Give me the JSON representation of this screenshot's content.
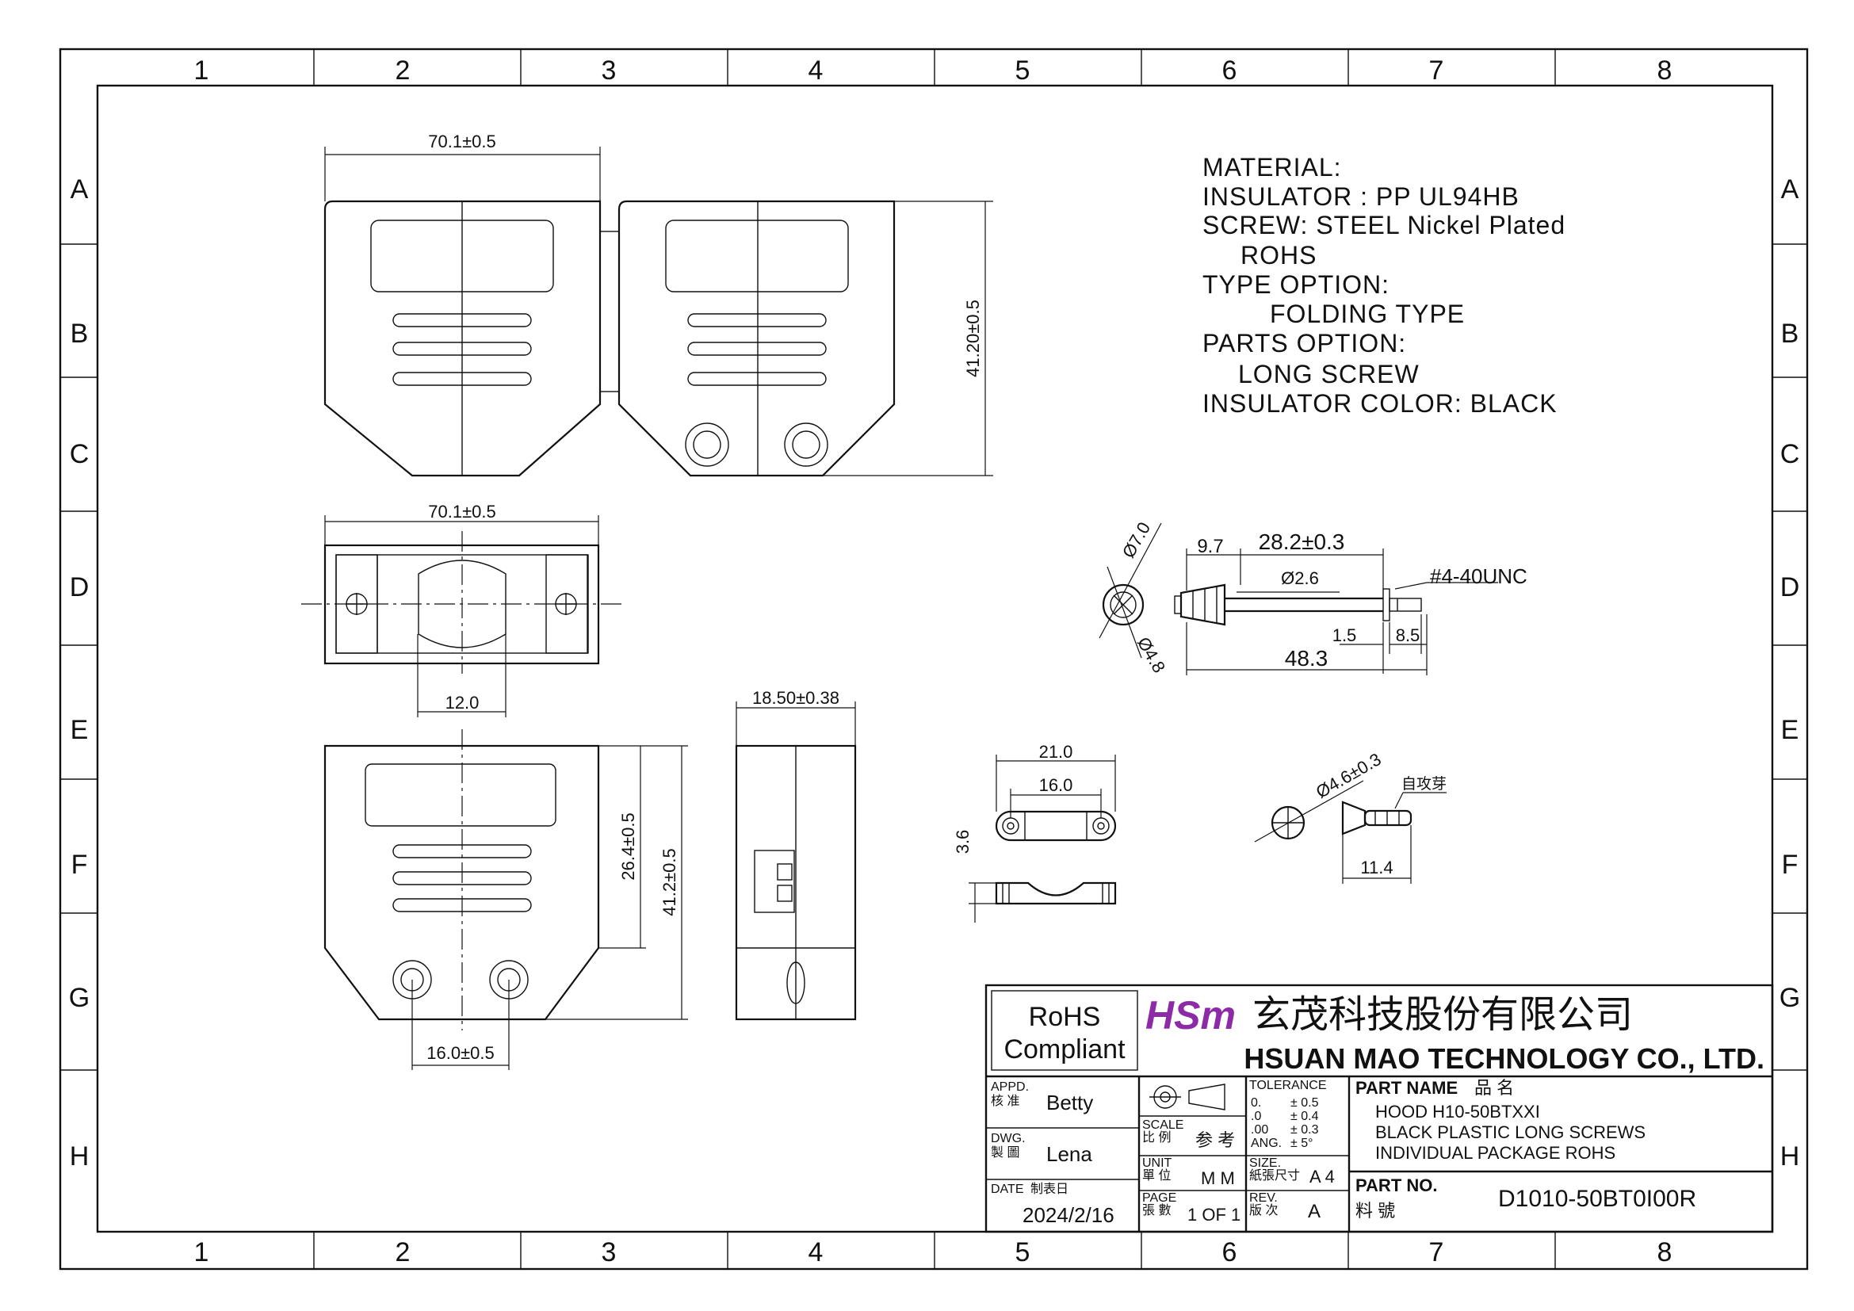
{
  "zones": {
    "cols": [
      "1",
      "2",
      "3",
      "4",
      "5",
      "6",
      "7",
      "8"
    ],
    "rows": [
      "A",
      "B",
      "C",
      "D",
      "E",
      "F",
      "G",
      "H"
    ]
  },
  "notes": {
    "material": "MATERIAL:",
    "insulator": "INSULATOR : PP UL94HB",
    "screw": "SCREW: STEEL Nickel Plated",
    "rohs": "ROHS",
    "type_option": "TYPE OPTION:",
    "folding_type": "FOLDING TYPE",
    "parts_option": "PARTS OPTION:",
    "long_screw": "LONG SCREW",
    "insulator_color": "INSULATOR COLOR: BLACK"
  },
  "dims": {
    "top_width": "70.1±0.5",
    "top_height": "41.20±0.5",
    "mid_width": "70.1±0.5",
    "mid_gap": "12.0",
    "side_width": "18.50±0.38",
    "front_inner_h": "26.4±0.5",
    "front_h": "41.2±0.5",
    "front_hole_pitch": "16.0±0.5",
    "clip_outer": "21.0",
    "clip_inner": "16.0",
    "clip_h": "3.6",
    "screw_head_dia": "Ø7.0",
    "screw_small_dia": "Ø4.8",
    "screw_a": "9.7",
    "screw_b": "28.2±0.3",
    "screw_shaft_dia": "Ø2.6",
    "screw_thread": "#4-40UNC",
    "screw_c": "1.5",
    "screw_d": "8.5",
    "screw_len": "48.3",
    "tap_dia": "Ø4.6±0.3",
    "tap_label": "自攻芽",
    "tap_len": "11.4"
  },
  "title_block": {
    "rohs_line1": "RoHS",
    "rohs_line2": "Compliant",
    "logo": "HSm",
    "company_cn": "玄茂科技股份有限公司",
    "company_en": "HSUAN MAO TECHNOLOGY CO., LTD.",
    "appd_label": "APPD.",
    "appd_cn": "核 准",
    "appd_name": "Betty",
    "dwg_label": "DWG.",
    "dwg_cn": "製 圖",
    "dwg_name": "Lena",
    "date_label": "DATE",
    "date_cn": "制表日",
    "date_value": "2024/2/16",
    "scale_label": "SCALE",
    "scale_cn": "比 例",
    "scale_value": "参 考",
    "unit_label": "UNIT",
    "unit_cn": "單 位",
    "unit_value": "M M",
    "page_label": "PAGE",
    "page_cn": "張 數",
    "page_value": "1 OF 1",
    "tolerance_label": "TOLERANCE",
    "tol_rows": [
      {
        "k": "0.",
        "v": "± 0.5"
      },
      {
        "k": ".0",
        "v": "± 0.4"
      },
      {
        "k": ".00",
        "v": "± 0.3"
      },
      {
        "k": "ANG.",
        "v": "± 5°"
      }
    ],
    "size_label": "SIZE.",
    "size_cn": "紙張尺寸",
    "size_value": "A 4",
    "rev_label": "REV.",
    "rev_cn": "版 次",
    "rev_value": "A",
    "part_name_label": "PART NAME",
    "part_name_cn": "品 名",
    "part_name_1": "HOOD H10-50BTXXI",
    "part_name_2": "BLACK PLASTIC LONG SCREWS",
    "part_name_3": "INDIVIDUAL PACKAGE ROHS",
    "part_no_label": "PART NO.",
    "part_no_cn": "料 號",
    "part_no_value": "D1010-50BT0I00R"
  }
}
